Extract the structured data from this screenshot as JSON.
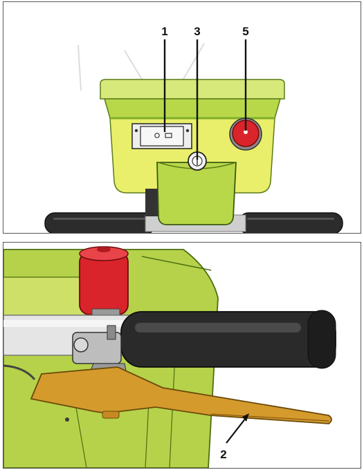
{
  "figure": {
    "top_view": {
      "callouts": [
        {
          "id": "1",
          "label": "1"
        },
        {
          "id": "3",
          "label": "3"
        },
        {
          "id": "5",
          "label": "5"
        }
      ]
    },
    "bottom_view": {
      "callouts": [
        {
          "id": "2",
          "label": "2"
        }
      ]
    }
  },
  "colors": {
    "housing_green": "#b8d84a",
    "housing_yellow": "#e9ef6a",
    "housing_dark_green": "#7fae2a",
    "grip_black": "#2a2a2a",
    "stop_button_red": "#d8242a",
    "lever_orange": "#d49a2c",
    "metal_grey": "#c9c9c9"
  },
  "icons": {
    "key_switch": "key-icon",
    "emergency_stop": "stop-button-icon",
    "display": "display-icon"
  }
}
